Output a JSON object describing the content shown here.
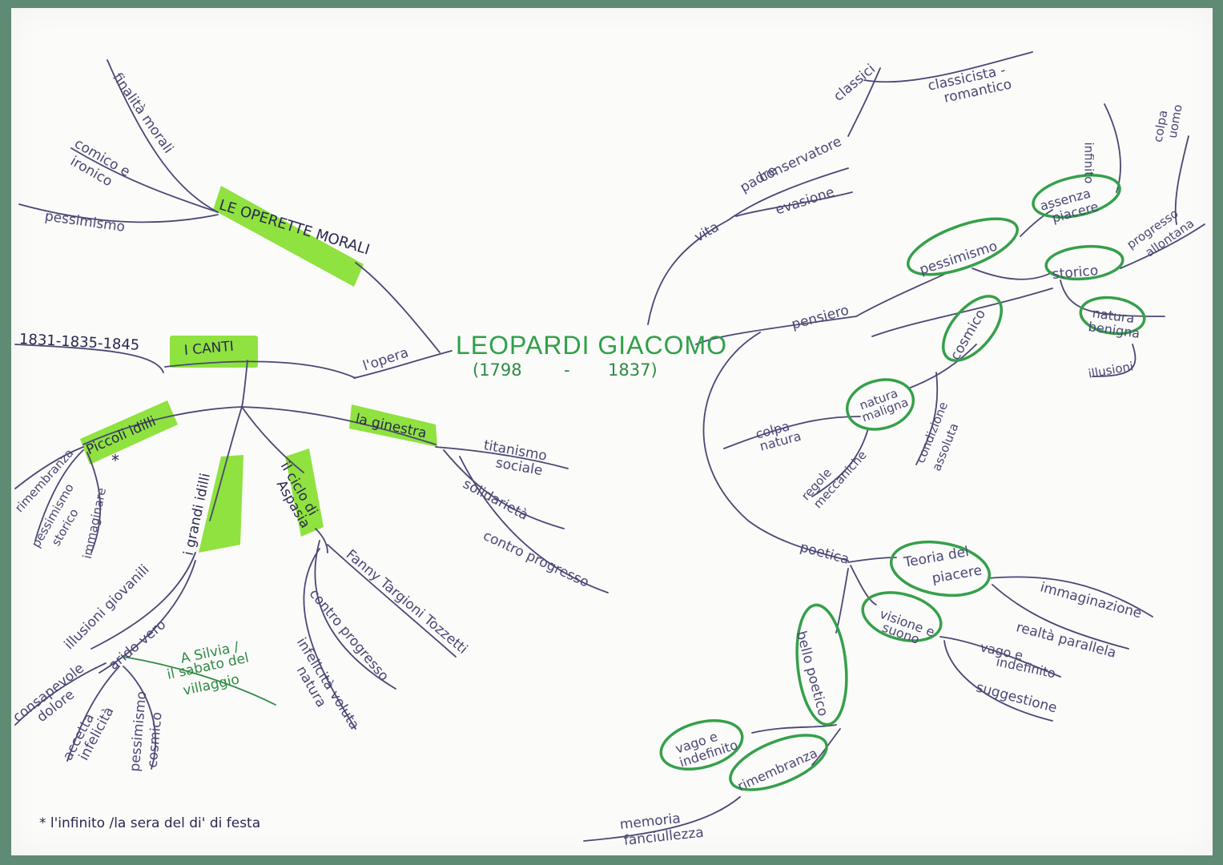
{
  "center": {
    "title": "LEOPARDI GIACOMO",
    "born": "(1798",
    "dash": "-",
    "died": "1837)"
  },
  "left": {
    "opera": "l'opera",
    "operette": {
      "title": "LE OPERETTE MORALI",
      "items": [
        "finalità morali",
        "comico e",
        "ironico",
        "pessimismo"
      ]
    },
    "canti": {
      "title": "I CANTI",
      "years": "1831-1835-1845",
      "piccoli": {
        "title": "Piccoli idilli",
        "star": "*",
        "items": [
          "rimembranza",
          "pessimismo",
          "storico",
          "immaginare"
        ]
      },
      "grandi": {
        "title": "i grandi idilli",
        "items": [
          "illusioni giovanili",
          "arido vero",
          "consapevole",
          "dolore",
          "accetta",
          "infelicità",
          "pessimismo",
          "cosmico"
        ],
        "works": [
          "A Silvia /",
          "il sabato del",
          "villaggio"
        ]
      },
      "aspasia": {
        "title_1": "il ciclo di",
        "title_2": "Aspasia",
        "items": [
          "Fanny Targioni Tozzetti",
          "contro progresso",
          "infelicità voluta",
          "natura"
        ]
      },
      "ginestra": {
        "title": "la ginestra",
        "items": [
          "titanismo",
          "sociale",
          "solidarietà",
          "contro progresso"
        ]
      }
    },
    "footnote": "* l'infinito /la sera del di' di festa"
  },
  "right": {
    "vita": {
      "label": "vita",
      "items": [
        "padre",
        "conservatore",
        "classici",
        "classicista -",
        "romantico",
        "evasione"
      ]
    },
    "pensiero": {
      "label": "pensiero",
      "items": [
        "pessimismo",
        "assenza",
        "piacere",
        "infinito",
        "storico",
        "progresso",
        "allontana",
        "colpa",
        "uomo",
        "natura",
        "benigna",
        "illusioni",
        "cosmico",
        "natura",
        "maligna",
        "colpa",
        "natura",
        "regole",
        "meccaniche",
        "condizione",
        "assoluta"
      ]
    },
    "poetica": {
      "label": "poetica",
      "items": [
        "Teoria del",
        "piacere",
        "immaginazione",
        "realtà parallela",
        "visione e",
        "suono",
        "vago e",
        "indefinito",
        "suggestione",
        "bello poetico",
        "vago e",
        "indefinito",
        "rimembranza",
        "memoria",
        "fanciullezza"
      ]
    }
  }
}
